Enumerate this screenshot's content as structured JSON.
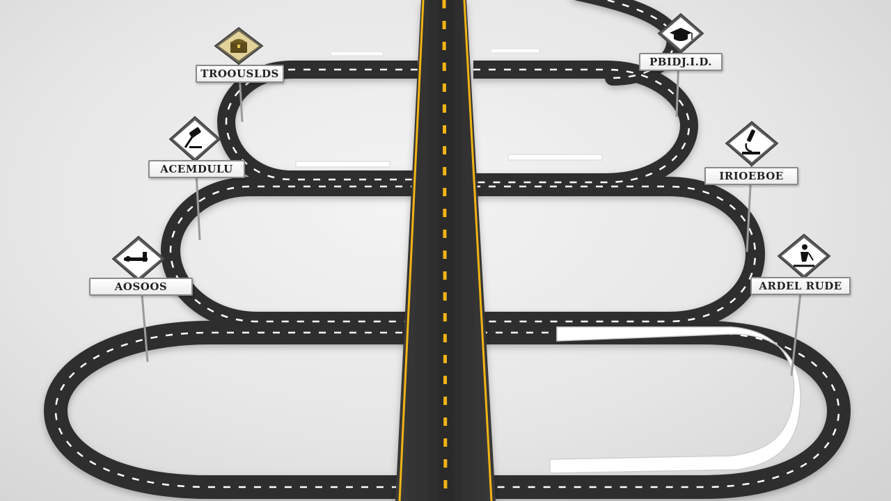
{
  "signs": [
    {
      "id": "sign-1",
      "label": "TROOUSLDS",
      "icon": "treasure-chest-icon",
      "diamond_fill": "#e3d39a"
    },
    {
      "id": "sign-2",
      "label": "PBIDJ.I.D.",
      "icon": "graduation-cap-icon",
      "diamond_fill": "#ffffff"
    },
    {
      "id": "sign-3",
      "label": "ACEMDULU",
      "icon": "gavel-icon",
      "diamond_fill": "#ffffff"
    },
    {
      "id": "sign-4",
      "label": "IRIOEBOE",
      "icon": "microscope-icon",
      "diamond_fill": "#ffffff"
    },
    {
      "id": "sign-5",
      "label": "AOSOOS",
      "icon": "tools-icon",
      "diamond_fill": "#ffffff"
    },
    {
      "id": "sign-6",
      "label": "ARDEL RUDE",
      "icon": "worker-icon",
      "diamond_fill": "#ffffff"
    }
  ],
  "colors": {
    "asphalt": "#2f2f2f",
    "lane_white": "#ffffff",
    "lane_yellow": "#f2b418",
    "barrier": "#ffffff"
  }
}
